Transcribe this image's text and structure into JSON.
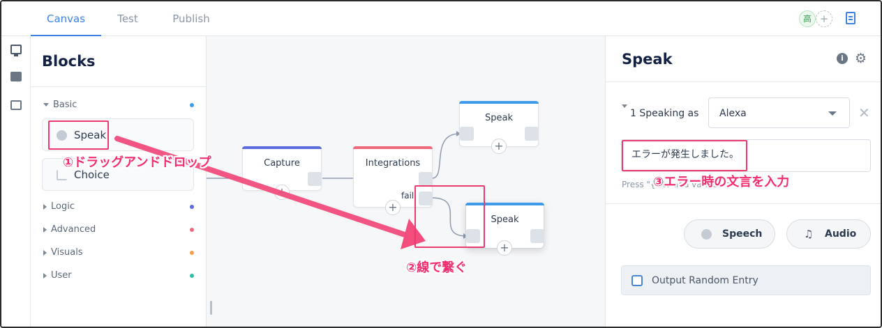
{
  "header": {
    "tabs": [
      {
        "label": "Canvas",
        "active": true
      },
      {
        "label": "Test",
        "active": false
      },
      {
        "label": "Publish",
        "active": false
      }
    ],
    "user_avatar": "高",
    "add_collaborator_icon": "+",
    "icons": [
      "document-icon"
    ]
  },
  "rail": {
    "icons": [
      "monitor-icon",
      "books-icon",
      "terminal-icon"
    ]
  },
  "blocks": {
    "title": "Blocks",
    "categories": [
      {
        "label": "Basic",
        "expanded": true,
        "color": "#3d9be9"
      },
      {
        "label": "Logic",
        "expanded": false,
        "color": "#5a6bdc"
      },
      {
        "label": "Advanced",
        "expanded": false,
        "color": "#f0687c"
      },
      {
        "label": "Visuals",
        "expanded": false,
        "color": "#f5a04a"
      },
      {
        "label": "User",
        "expanded": false,
        "color": "#2fbfa8"
      }
    ],
    "items": [
      {
        "label": "Speak",
        "icon": "speech-bubble-icon"
      },
      {
        "label": "Choice",
        "icon": "branch-icon"
      }
    ]
  },
  "canvas": {
    "nodes": [
      {
        "title": "Capture",
        "accent": "#5b6cdc"
      },
      {
        "title": "Integrations",
        "accent": "#f0687c",
        "fail_label": "fail"
      },
      {
        "title": "Speak",
        "accent": "#3d9be9"
      },
      {
        "title": "Speak",
        "accent": "#3d9be9"
      }
    ],
    "plus_label": "+"
  },
  "panel": {
    "title": "Speak",
    "info_label": "i",
    "gear_glyph": "⚙",
    "speaking_as": "1 Speaking as",
    "voice": "Alexa",
    "close_glyph": "✕",
    "message_value": "エラーが発生しました。",
    "hint": "Press \"{\" to add variables",
    "buttons": [
      {
        "label": "Speech",
        "icon": "speech-bubble-icon"
      },
      {
        "label": "Audio",
        "icon": "music-note-icon"
      }
    ],
    "random_entry_label": "Output Random Entry",
    "random_entry_checked": false
  },
  "annotations": {
    "step1": "①ドラッグアンドドロップ",
    "step2": "②線で繋ぐ",
    "step3": "③エラー時の文言を入力",
    "color": "#f22c6d"
  }
}
